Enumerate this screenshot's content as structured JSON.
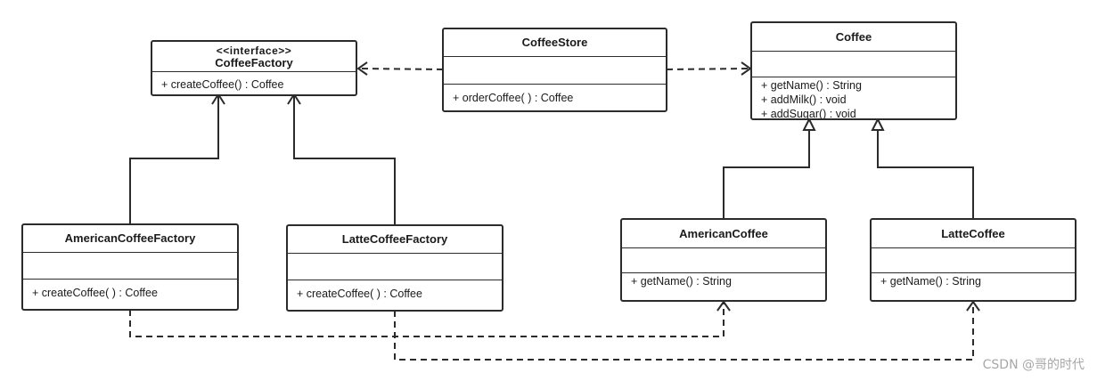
{
  "classes": {
    "coffee_factory": {
      "stereotype": "<<interface>>",
      "name": "CoffeeFactory",
      "operations": [
        "+ createCoffee() : Coffee"
      ]
    },
    "coffee_store": {
      "name": "CoffeeStore",
      "operations": [
        "+ orderCoffee( ) : Coffee"
      ]
    },
    "coffee": {
      "name": "Coffee",
      "operations": [
        "+ getName() : String",
        "+ addMilk() : void",
        "+ addSugar() : void"
      ]
    },
    "american_coffee_factory": {
      "name": "AmericanCoffeeFactory",
      "operations": [
        "+ createCoffee( ) : Coffee"
      ]
    },
    "latte_coffee_factory": {
      "name": "LatteCoffeeFactory",
      "operations": [
        "+ createCoffee( ) : Coffee"
      ]
    },
    "american_coffee": {
      "name": "AmericanCoffee",
      "operations": [
        "+ getName() : String"
      ]
    },
    "latte_coffee": {
      "name": "LatteCoffee",
      "operations": [
        "+ getName() : String"
      ]
    }
  },
  "relationships": [
    {
      "from": "CoffeeStore",
      "to": "CoffeeFactory",
      "kind": "dependency"
    },
    {
      "from": "CoffeeStore",
      "to": "Coffee",
      "kind": "dependency"
    },
    {
      "from": "AmericanCoffeeFactory",
      "to": "CoffeeFactory",
      "kind": "realization"
    },
    {
      "from": "LatteCoffeeFactory",
      "to": "CoffeeFactory",
      "kind": "realization"
    },
    {
      "from": "AmericanCoffee",
      "to": "Coffee",
      "kind": "generalization"
    },
    {
      "from": "LatteCoffee",
      "to": "Coffee",
      "kind": "generalization"
    },
    {
      "from": "AmericanCoffeeFactory",
      "to": "AmericanCoffee",
      "kind": "dependency"
    },
    {
      "from": "LatteCoffeeFactory",
      "to": "LatteCoffee",
      "kind": "dependency"
    }
  ],
  "colors": {
    "line": "#2b2b2b",
    "watermark": "#a7a7a7"
  },
  "watermark": "CSDN @哥的时代"
}
